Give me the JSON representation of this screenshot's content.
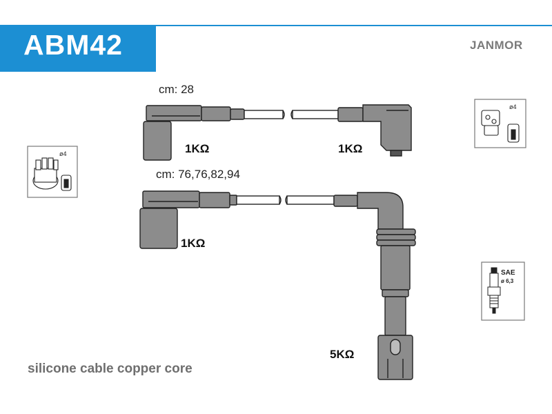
{
  "header": {
    "code": "ABM42",
    "brand": "JANMOR"
  },
  "cables": [
    {
      "length_label": "cm: 28",
      "left_resistance": "1KΩ",
      "right_resistance": "1KΩ"
    },
    {
      "length_label": "cm: 76,76,82,94",
      "left_resistance": "1KΩ",
      "right_resistance": "5KΩ"
    }
  ],
  "icons": {
    "distributor_cap_left": {
      "diameter": "ø4"
    },
    "ignition_coil_right": {
      "diameter": "ø4"
    },
    "spark_plug": {
      "standard": "SAE",
      "diameter": "ø 6,3"
    }
  },
  "footer": {
    "description": "silicone cable copper core"
  },
  "colors": {
    "accent": "#1c8fd3",
    "connector": "#8c8c8c",
    "outline": "#222222"
  }
}
